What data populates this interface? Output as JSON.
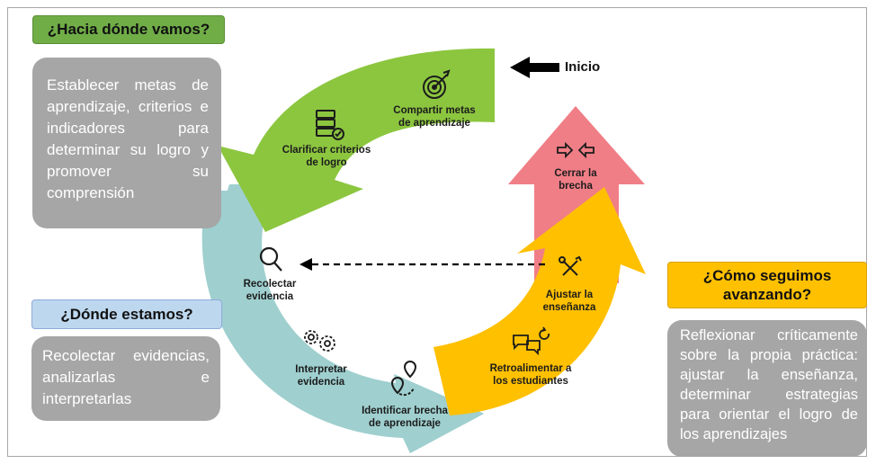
{
  "sections": {
    "where_going": {
      "title": "¿Hacia dónde vamos?",
      "text": "Establecer metas de aprendizaje, criterios e indicadores para determinar su logro y promover su comprensión",
      "color": "#70ad47"
    },
    "where_are": {
      "title": "¿Dónde estamos?",
      "text": "Recolectar evidencias, analizarlas e interpretarlas",
      "color": "#bdd7ee"
    },
    "how_continue": {
      "title": "¿Cómo seguimos avanzando?",
      "text": "Reflexionar críticamente sobre la propia práctica: ajustar la enseñanza, determinar estrategias para orientar el logro de los aprendizajes",
      "color": "#ffc000"
    }
  },
  "start_label": "Inicio",
  "cycle_steps": [
    {
      "id": "share",
      "lines": [
        "Compartir metas",
        "de aprendizaje"
      ],
      "icon": "target-icon"
    },
    {
      "id": "clarify",
      "lines": [
        "Clarificar criterios",
        "de logro"
      ],
      "icon": "server-check-icon"
    },
    {
      "id": "collect",
      "lines": [
        "Recolectar",
        "evidencia"
      ],
      "icon": "magnifier-icon"
    },
    {
      "id": "interpret",
      "lines": [
        "Interpretar",
        "evidencia"
      ],
      "icon": "gears-icon"
    },
    {
      "id": "gap",
      "lines": [
        "Identificar brecha",
        "de aprendizaje"
      ],
      "icon": "location-pins-icon"
    },
    {
      "id": "feedback",
      "lines": [
        "Retroalimentar a",
        "los estudiantes"
      ],
      "icon": "chat-refresh-icon"
    },
    {
      "id": "adjust",
      "lines": [
        "Ajustar la",
        "enseñanza"
      ],
      "icon": "tools-icon"
    },
    {
      "id": "close",
      "lines": [
        "Cerrar la",
        "brecha"
      ],
      "icon": "converging-arrows-icon"
    }
  ],
  "colors": {
    "green": "#8cc63f",
    "teal": "#9fcfcf",
    "yellow": "#ffc000",
    "red": "#f07e86"
  }
}
